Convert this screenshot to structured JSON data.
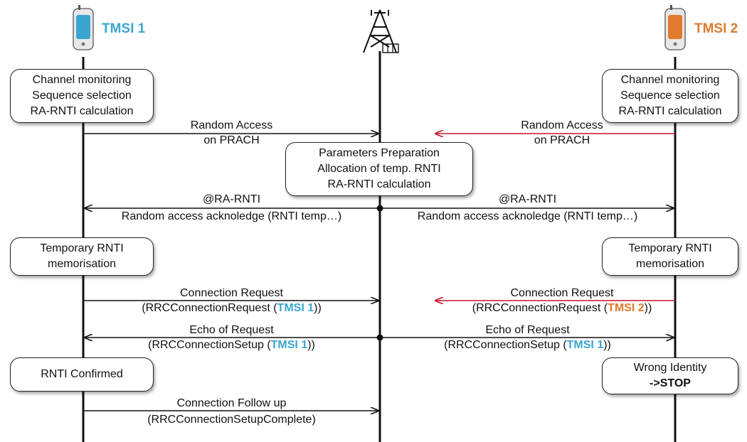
{
  "actors": {
    "ue1_label": "TMSI 1",
    "ue2_label": "TMSI 2",
    "ue1_color": "#3aa6d0",
    "ue2_color": "#e07a2c",
    "enb_icon": "cell-tower-icon"
  },
  "boxes": {
    "ue1_init": [
      "Channel monitoring",
      "Sequence selection",
      "RA-RNTI calculation"
    ],
    "ue2_init": [
      "Channel monitoring",
      "Sequence selection",
      "RA-RNTI calculation"
    ],
    "enb_prep": [
      "Parameters Preparation",
      "Allocation of temp. RNTI",
      "RA-RNTI calculation"
    ],
    "ue1_temp": [
      "Temporary RNTI",
      "memorisation"
    ],
    "ue2_temp": [
      "Temporary RNTI",
      "memorisation"
    ],
    "ue1_confirmed": [
      "RNTI Confirmed"
    ],
    "ue2_wrong_line1": "Wrong Identity",
    "ue2_wrong_line2": "->STOP"
  },
  "messages": {
    "ra_left": [
      "Random Access",
      "on PRACH"
    ],
    "ra_right": [
      "Random Access",
      "on PRACH"
    ],
    "rar_left": [
      "@RA-RNTI",
      "Random access acknoledge (RNTI temp…)"
    ],
    "rar_right": [
      "@RA-RNTI",
      "Random access acknoledge (RNTI temp…)"
    ],
    "conn_left": {
      "line1": "Connection Request",
      "pre": "(RRCConnectionRequest (",
      "id": "TMSI 1",
      "post": "))"
    },
    "conn_right": {
      "line1": "Connection Request",
      "pre": "(RRCConnectionRequest (",
      "id": "TMSI 2",
      "post": "))"
    },
    "echo_left": {
      "line1": "Echo of Request",
      "pre": "(RRCConnectionSetup (",
      "id": "TMSI 1",
      "post": "))"
    },
    "echo_right": {
      "line1": "Echo of Request",
      "pre": "(RRCConnectionSetup (",
      "id": "TMSI 1",
      "post": "))"
    },
    "follow": [
      "Connection Follow up",
      "(RRCConnectionSetupComplete)"
    ]
  },
  "colors": {
    "arrow_black": "#111111",
    "arrow_red": "#c8102e"
  }
}
